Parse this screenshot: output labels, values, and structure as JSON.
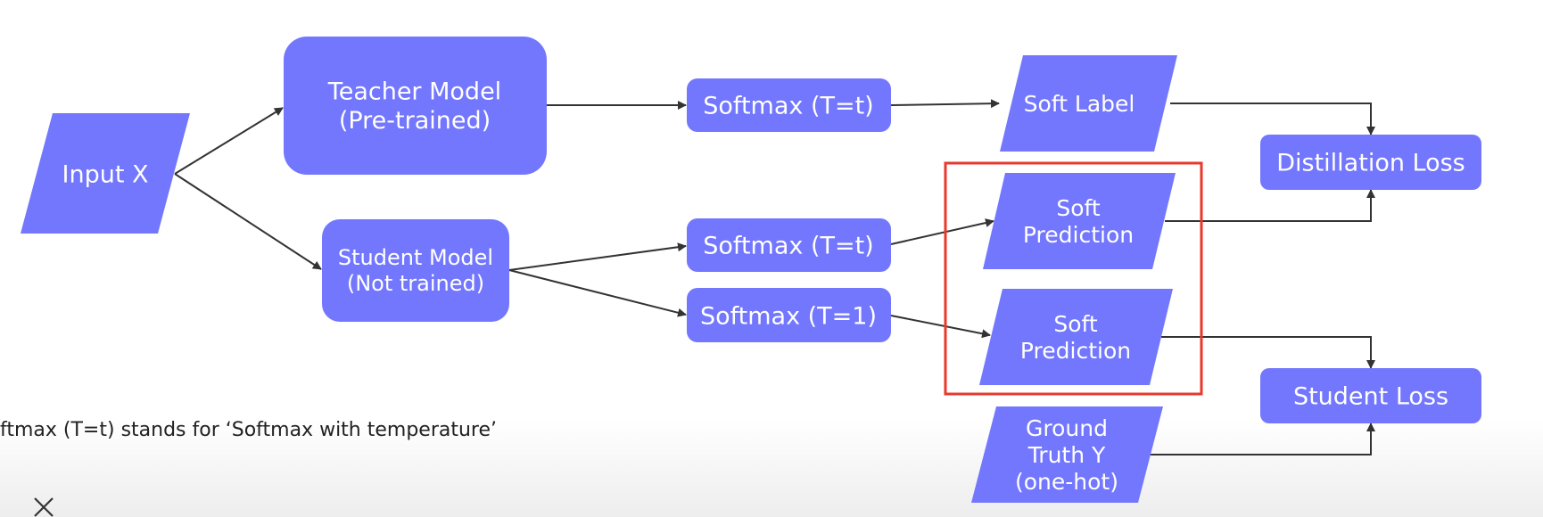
{
  "colors": {
    "node_fill": "#7377fd",
    "node_text": "#ffffff",
    "edge": "#333333",
    "highlight": "#e8392e"
  },
  "nodes": {
    "input_x": [
      "Input X"
    ],
    "teacher_model": [
      "Teacher Model",
      "(Pre-trained)"
    ],
    "student_model": [
      "Student Model",
      "(Not trained)"
    ],
    "softmax_teacher": [
      "Softmax (T=t)"
    ],
    "softmax_student_t": [
      "Softmax (T=t)"
    ],
    "softmax_student_1": [
      "Softmax (T=1)"
    ],
    "soft_label": [
      "Soft Label"
    ],
    "soft_prediction_t": [
      "Soft",
      "Prediction"
    ],
    "soft_prediction_1": [
      "Soft",
      "Prediction"
    ],
    "ground_truth": [
      "Ground",
      "Truth Y",
      "(one-hot)"
    ],
    "distillation_loss": [
      "Distillation Loss"
    ],
    "student_loss": [
      "Student Loss"
    ]
  },
  "footnote": "ftmax (T=t) stands for ‘Softmax with temperature’",
  "icons": {
    "close": "close-icon"
  }
}
